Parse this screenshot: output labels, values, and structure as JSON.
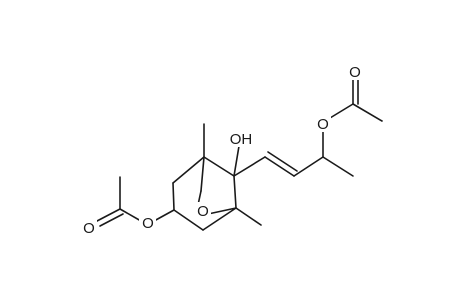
{
  "labels": {
    "o_ester_top": "O",
    "o_carbonyl_top": "O",
    "oh": "OH",
    "o_bridge": "O",
    "o_ester_left": "O",
    "o_carbonyl_left": "O"
  }
}
